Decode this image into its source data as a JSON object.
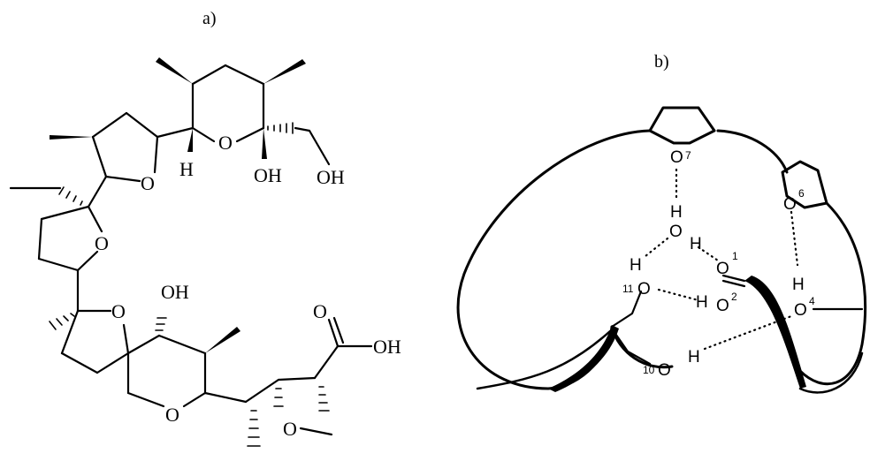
{
  "panels": {
    "a": {
      "label": "a)",
      "atoms": {
        "ring_o_top_right": "O",
        "ring_o_thf1": "O",
        "ring_o_thf2": "O",
        "ring_o_thf3": "O",
        "ring_o_thp_bottom": "O",
        "h_stereo": "H",
        "oh_ring": "OH",
        "oh_methylol": "OH",
        "oh_top_ring": "OH",
        "carbonyl_o": "O",
        "acid_oh": "OH",
        "methoxy_o": "O"
      }
    },
    "b": {
      "label": "b)",
      "atoms": {
        "o7": "O",
        "o7_sup": "7",
        "o6": "O",
        "o6_sup": "6",
        "h_upper": "H",
        "o_water": "O",
        "h_water_right": "H",
        "o1": "O",
        "o1_sup": "1",
        "h_o11": "H",
        "o11_pre": "11",
        "o11": "O",
        "h_o2": "H",
        "o2": "O",
        "o2_sub": "2",
        "h_o4": "H",
        "o4": "O",
        "o4_sup": "4",
        "o10_pre": "10",
        "o10": "O",
        "h_o10": "H"
      }
    }
  },
  "colors": {
    "ink": "#000000",
    "background": "#ffffff"
  }
}
